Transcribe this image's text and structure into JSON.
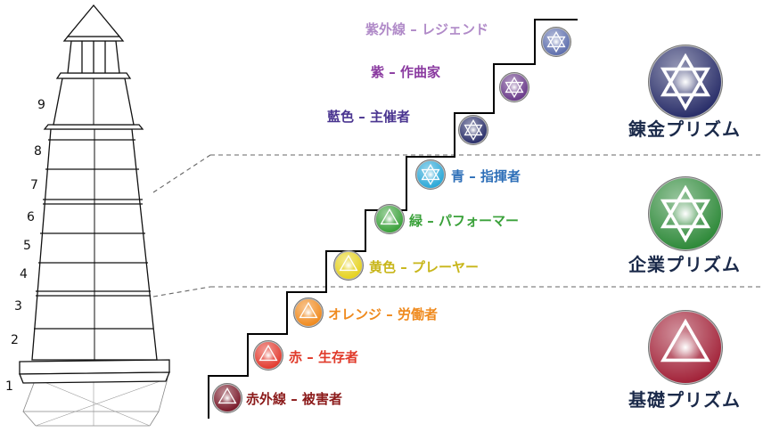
{
  "tower": {
    "floor_numbers": [
      "1",
      "2",
      "3",
      "4",
      "5",
      "6",
      "7",
      "8",
      "9"
    ]
  },
  "levels": [
    {
      "label": "赤外線 – 被害者",
      "text_color": "#8b1a1a",
      "icon_color": "#7a1a2a"
    },
    {
      "label": "赤 – 生存者",
      "text_color": "#e03a2a",
      "icon_color": "#e33a2e"
    },
    {
      "label": "オレンジ – 労働者",
      "text_color": "#ef8a1e",
      "icon_color": "#f08a1e"
    },
    {
      "label": "黄色 – プレーヤー",
      "text_color": "#c8b61a",
      "icon_color": "#e6d21e"
    },
    {
      "label": "緑 – パフォーマー",
      "text_color": "#3aa13a",
      "icon_color": "#3aa13a"
    },
    {
      "label": "青 – 指揮者",
      "text_color": "#2e6fb8",
      "icon_color": "#2aa8d8"
    },
    {
      "label": "藍色 – 主催者",
      "text_color": "#4a3590",
      "icon_color": "#2a2f6a"
    },
    {
      "label": "紫 – 作曲家",
      "text_color": "#8a3aa0",
      "icon_color": "#6a3a8a"
    },
    {
      "label": "紫外線 – レジェンド",
      "text_color": "#b08ac8",
      "icon_color": "#5e6fae"
    }
  ],
  "prisms": [
    {
      "title": "錬金プリズム",
      "color": "#2a2f6a"
    },
    {
      "title": "企業プリズム",
      "color": "#2f8a3a"
    },
    {
      "title": "基礎プリズム",
      "color": "#a3243a"
    }
  ]
}
